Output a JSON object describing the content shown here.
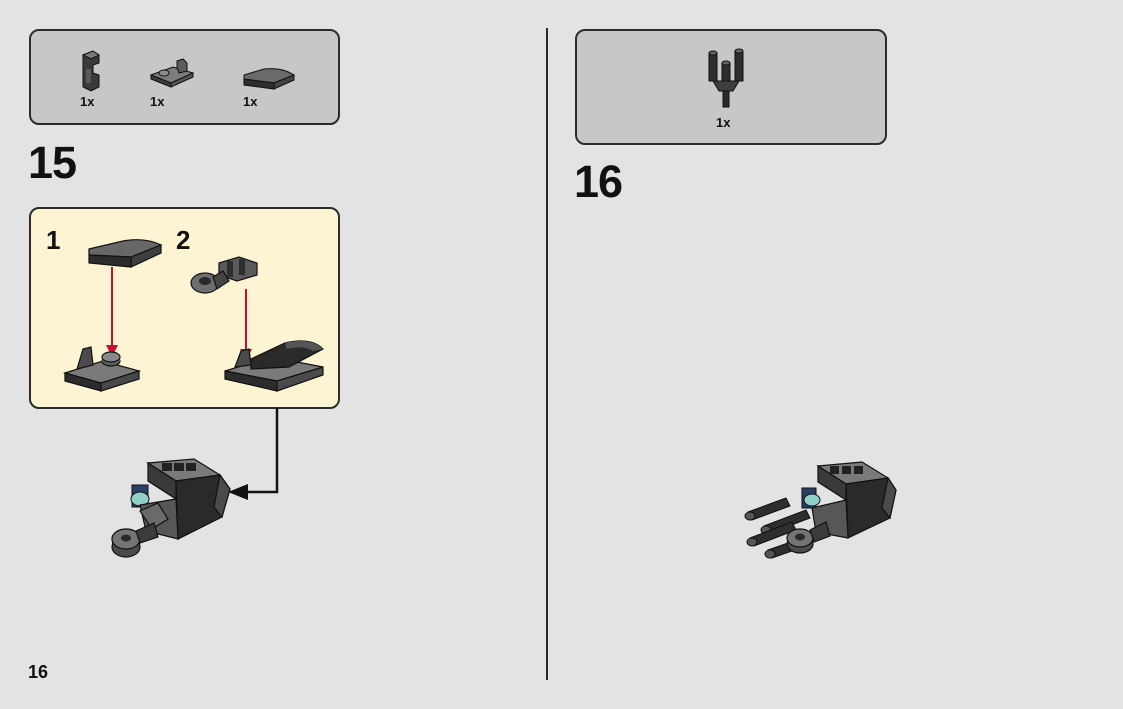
{
  "page": {
    "number": "16"
  },
  "step15": {
    "number": "15",
    "parts": [
      {
        "icon": "bracket-clip-part-icon",
        "qty": "1x"
      },
      {
        "icon": "plate-with-clip-part-icon",
        "qty": "1x"
      },
      {
        "icon": "curved-slope-part-icon",
        "qty": "1x"
      }
    ],
    "substeps": [
      {
        "number": "1"
      },
      {
        "number": "2"
      }
    ]
  },
  "step16": {
    "number": "16",
    "parts": [
      {
        "icon": "triple-tube-part-icon",
        "qty": "1x"
      }
    ]
  },
  "colors": {
    "background": "#e3e3e3",
    "parts_box": "#c6c8c7",
    "substep_box": "#fdf4d3",
    "arrow_red": "#c8102e",
    "brick_dark": "#2b2b2b",
    "brick_grey": "#6e6e6e",
    "accent_blue": "#2a3f66",
    "accent_teal": "#8fd0c8"
  }
}
